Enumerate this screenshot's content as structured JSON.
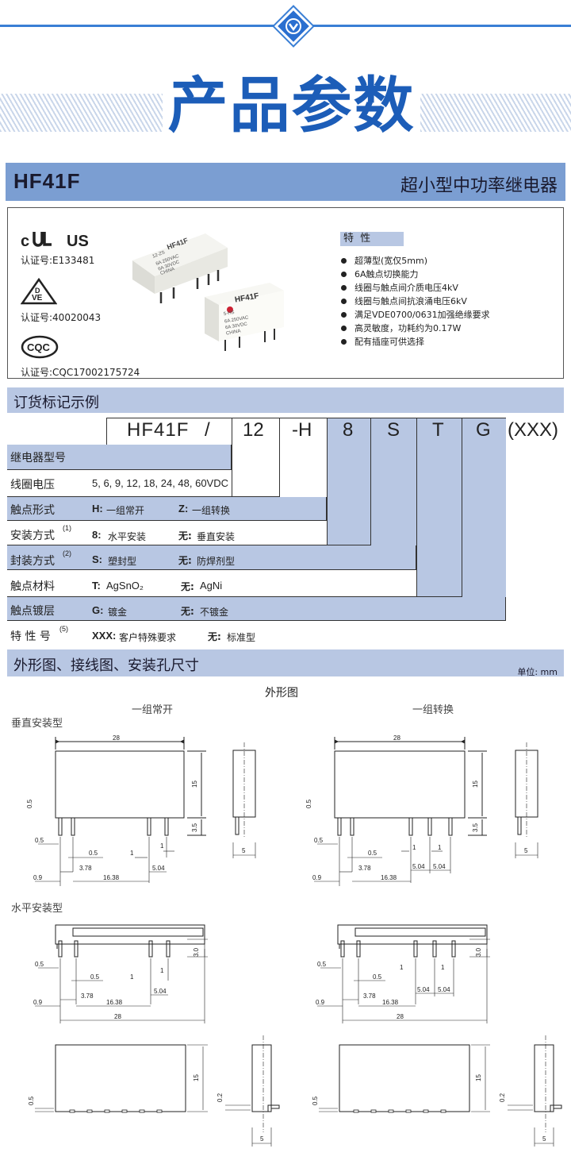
{
  "header": {
    "title": "产品参数"
  },
  "product": {
    "model": "HF41F",
    "description": "超小型中功率继电器"
  },
  "certifications": [
    {
      "logo": "c UL us",
      "label": "认证号:E133481"
    },
    {
      "logo": "VDE",
      "label": "认证号:40020043"
    },
    {
      "logo": "CQC",
      "label": "认证号:CQC17002175724"
    }
  ],
  "relay_front": {
    "brand": "HF41F",
    "lines": [
      "5-HS",
      "6A 250VAC",
      "6A 30VDC",
      "CHINA"
    ]
  },
  "relay_back": {
    "brand": "HF41F",
    "lines": [
      "12-ZS",
      "6A 250VAC",
      "6A 30VDC",
      "CHINA"
    ]
  },
  "features": {
    "title": "特  性",
    "items": [
      "超薄型(宽仅5mm)",
      "6A触点切换能力",
      "线圈与触点间介质电压4kV",
      "线圈与触点间抗浪涌电压6kV",
      "满足VDE0700/0631加强绝缘要求",
      "高灵敏度，功耗约为0.17W",
      "配有插座可供选择"
    ]
  },
  "ordering": {
    "title": "订货标记示例",
    "code_parts": [
      "HF41F",
      "/",
      "12",
      "-H",
      "8",
      "S",
      "T",
      "G",
      "(XXX)"
    ],
    "rows": [
      {
        "label": "继电器型号",
        "sup": "",
        "key1": "",
        "val1": "",
        "key2": "",
        "val2": ""
      },
      {
        "label": "线圈电压",
        "sup": "",
        "key1": "",
        "val1": "5, 6, 9, 12, 18, 24, 48, 60VDC",
        "key2": "",
        "val2": ""
      },
      {
        "label": "触点形式",
        "sup": "",
        "key1": "H:",
        "val1": "一组常开",
        "key2": "Z:",
        "val2": "一组转换"
      },
      {
        "label": "安装方式",
        "sup": "(1)",
        "key1": "8:",
        "val1": "水平安装",
        "key2": "无:",
        "val2": "垂直安装"
      },
      {
        "label": "封装方式",
        "sup": "(2)",
        "key1": "S:",
        "val1": "塑封型",
        "key2": "无:",
        "val2": "防焊剂型"
      },
      {
        "label": "触点材料",
        "sup": "",
        "key1": "T:",
        "val1": "AgSnO₂",
        "key2": "无:",
        "val2": "AgNi"
      },
      {
        "label": "触点镀层",
        "sup": "",
        "key1": "G:",
        "val1": "镀金",
        "key2": "无:",
        "val2": "不镀金"
      },
      {
        "label": "特 性 号",
        "sup": "(5)",
        "key1": "XXX:",
        "val1": "客户特殊要求",
        "key2": "无:",
        "val2": "标准型"
      }
    ]
  },
  "drawings": {
    "title": "外形图、接线图、安装孔尺寸",
    "unit": "单位: mm",
    "subtitle": "外形图",
    "col_left": "一组常开",
    "col_right": "一组转换",
    "vertical_label": "垂直安装型",
    "horizontal_label": "水平安装型",
    "dims": {
      "length": "28",
      "height": "15",
      "pin_len": "3.5",
      "width": "5",
      "pin_w": "0.5",
      "pitch1": "1",
      "edge": "0.9",
      "p3": "3.78",
      "p16": "16.38",
      "p5": "5.04",
      "h3": "3.0",
      "offset": "0.2"
    }
  },
  "colors": {
    "accent": "#7b9ed2",
    "band": "#b8c7e3",
    "title_blue": "#1c5db8"
  }
}
